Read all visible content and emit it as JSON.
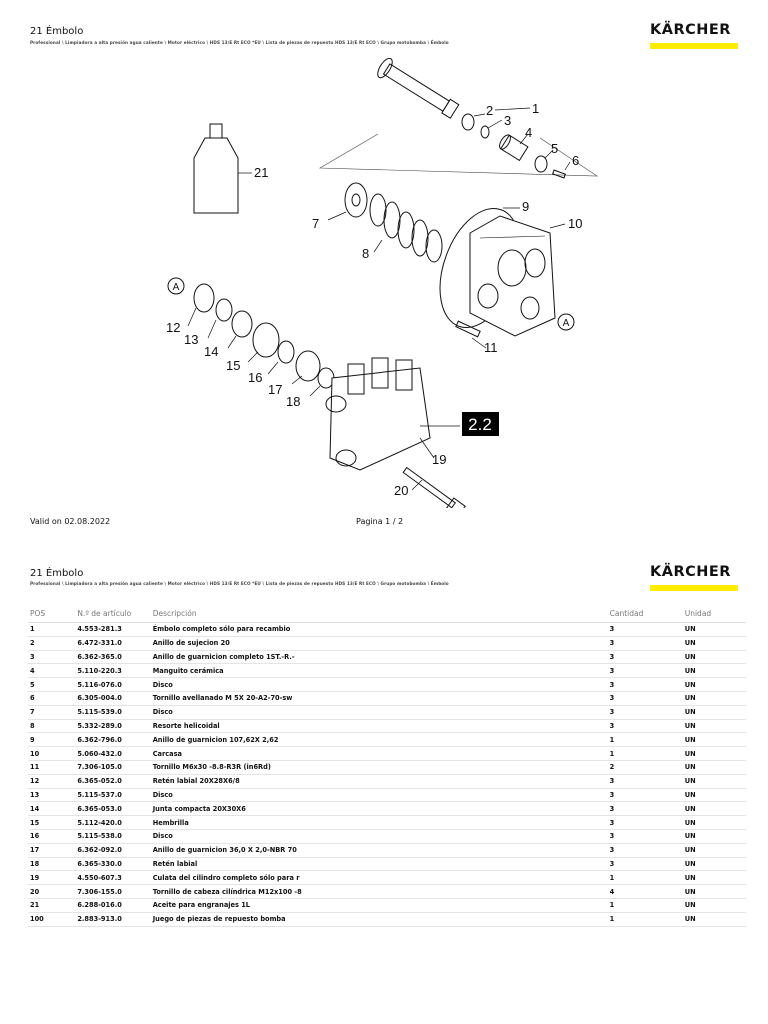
{
  "header": {
    "title": "21 Émbolo",
    "breadcrumb": "Professional \\ Limpiadora a alta presión agua caliente \\ Motor eléctrico \\ HDS 13/E Rt ECO *EU \\ Lista de piezas de repuesto HDS 13/E Rt ECO \\ Grupo motobomba \\ Émbolo",
    "logo_text": "KÄRCHER"
  },
  "colors": {
    "logo_bar": "#ffec00",
    "text": "#111111"
  },
  "diagram": {
    "labels": {
      "p1": "1",
      "p2": "2",
      "p3": "3",
      "p4": "4",
      "p5": "5",
      "p6": "6",
      "p7": "7",
      "p8": "8",
      "p9": "9",
      "p10": "10",
      "p11": "11",
      "p12": "12",
      "p13": "13",
      "p14": "14",
      "p15": "15",
      "p16": "16",
      "p17": "17",
      "p18": "18",
      "p19": "19",
      "p20": "20",
      "p21": "21",
      "ref_a1": "A",
      "ref_a2": "A",
      "ref_box": "2.2"
    }
  },
  "footer": {
    "valid": "Valid on 02.08.2022",
    "page": "Pagina 1 / 2"
  },
  "table": {
    "headers": {
      "pos": "POS",
      "art": "N.º de artículo",
      "desc": "Descripción",
      "qty": "Cantidad",
      "unit": "Unidad"
    },
    "rows": [
      {
        "pos": "1",
        "art": "4.553-281.3",
        "desc": "Émbolo completo sólo para recambio",
        "qty": "3",
        "unit": "UN"
      },
      {
        "pos": "2",
        "art": "6.472-331.0",
        "desc": "Anillo de sujecion 20",
        "qty": "3",
        "unit": "UN"
      },
      {
        "pos": "3",
        "art": "6.362-365.0",
        "desc": "Anillo de guarnicion completo 1ST.-R.-",
        "qty": "3",
        "unit": "UN"
      },
      {
        "pos": "4",
        "art": "5.110-220.3",
        "desc": "Manguito cerámica",
        "qty": "3",
        "unit": "UN"
      },
      {
        "pos": "5",
        "art": "5.116-076.0",
        "desc": "Disco",
        "qty": "3",
        "unit": "UN"
      },
      {
        "pos": "6",
        "art": "6.305-004.0",
        "desc": "Tornillo avellanado M 5X 20-A2-70-sw",
        "qty": "3",
        "unit": "UN"
      },
      {
        "pos": "7",
        "art": "5.115-539.0",
        "desc": "Disco",
        "qty": "3",
        "unit": "UN"
      },
      {
        "pos": "8",
        "art": "5.332-289.0",
        "desc": "Resorte helicoidal",
        "qty": "3",
        "unit": "UN"
      },
      {
        "pos": "9",
        "art": "6.362-796.0",
        "desc": "Anillo de guarnicion 107,62X 2,62",
        "qty": "1",
        "unit": "UN"
      },
      {
        "pos": "10",
        "art": "5.060-432.0",
        "desc": "Carcasa",
        "qty": "1",
        "unit": "UN"
      },
      {
        "pos": "11",
        "art": "7.306-105.0",
        "desc": "Tornillo M6x30 -8.8-R3R (in6Rd)",
        "qty": "2",
        "unit": "UN"
      },
      {
        "pos": "12",
        "art": "6.365-052.0",
        "desc": "Retén labial 20X28X6/8",
        "qty": "3",
        "unit": "UN"
      },
      {
        "pos": "13",
        "art": "5.115-537.0",
        "desc": "Disco",
        "qty": "3",
        "unit": "UN"
      },
      {
        "pos": "14",
        "art": "6.365-053.0",
        "desc": "Junta compacta 20X30X6",
        "qty": "3",
        "unit": "UN"
      },
      {
        "pos": "15",
        "art": "5.112-420.0",
        "desc": "Hembrilla",
        "qty": "3",
        "unit": "UN"
      },
      {
        "pos": "16",
        "art": "5.115-538.0",
        "desc": "Disco",
        "qty": "3",
        "unit": "UN"
      },
      {
        "pos": "17",
        "art": "6.362-092.0",
        "desc": "Anillo de guarnicion 36,0 X 2,0-NBR 70",
        "qty": "3",
        "unit": "UN"
      },
      {
        "pos": "18",
        "art": "6.365-330.0",
        "desc": "Retén labial",
        "qty": "3",
        "unit": "UN"
      },
      {
        "pos": "19",
        "art": "4.550-607.3",
        "desc": "Culata del cilindro completo sólo para r",
        "qty": "1",
        "unit": "UN"
      },
      {
        "pos": "20",
        "art": "7.306-155.0",
        "desc": "Tornillo de cabeza cilíndrica M12x100 -8",
        "qty": "4",
        "unit": "UN"
      },
      {
        "pos": "21",
        "art": "6.288-016.0",
        "desc": "Aceite para engranajes 1L",
        "qty": "1",
        "unit": "UN"
      },
      {
        "pos": "100",
        "art": "2.883-913.0",
        "desc": "Juego de piezas de repuesto bomba",
        "qty": "1",
        "unit": "UN"
      }
    ]
  }
}
